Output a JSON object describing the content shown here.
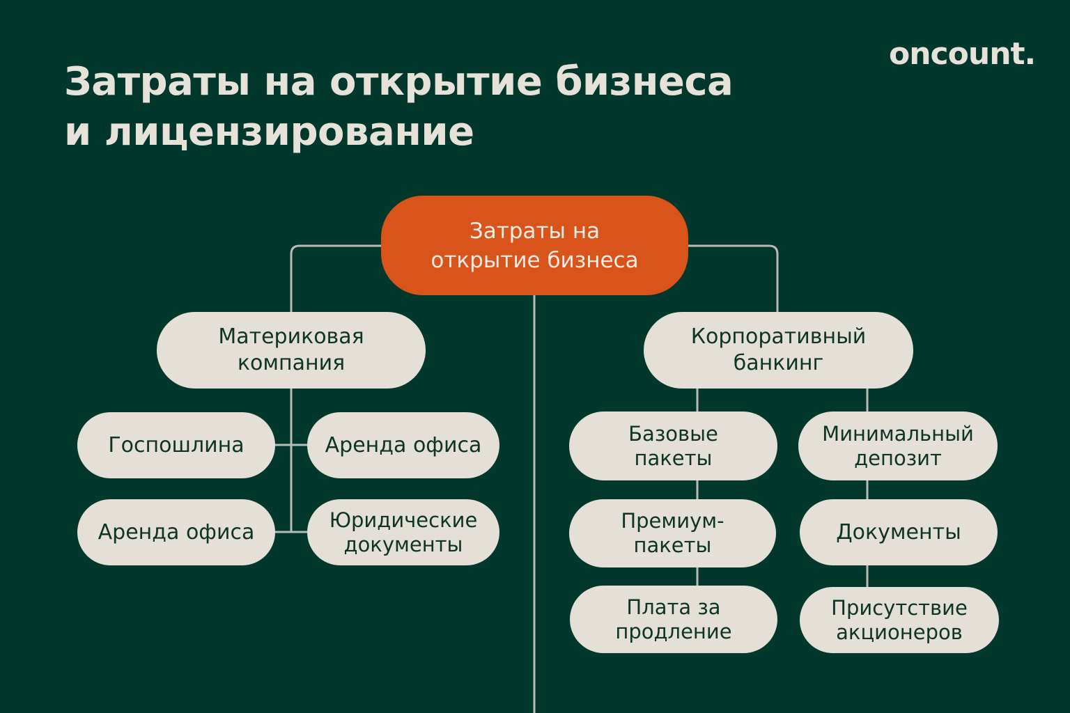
{
  "title": "Затраты на открытие бизнеса\nи лицензирование",
  "title_lines": [
    "Затраты на открытие бизнеса",
    "и лицензирование"
  ],
  "logo": "oncount.",
  "colors": {
    "background": "#02372b",
    "root": "#d9541a",
    "node": "#e4e0d8",
    "text": "#0f3325",
    "line": "#b9bcb6"
  },
  "diagram": {
    "root": "Затраты на\nоткрытие бизнеса",
    "left": {
      "label": "Материковая\nкомпания",
      "children": [
        "Госпошлина",
        "Аренда офиса",
        "Аренда офиса",
        "Юридические\nдокументы"
      ]
    },
    "right": {
      "label": "Корпоративный\nбанкинг",
      "children_left": [
        "Базовые\nпакеты",
        "Премиум-\nпакеты",
        "Плата за\nпродление"
      ],
      "children_right": [
        "Минимальный\nдепозит",
        "Документы",
        "Присутствие\nакционеров"
      ]
    }
  }
}
